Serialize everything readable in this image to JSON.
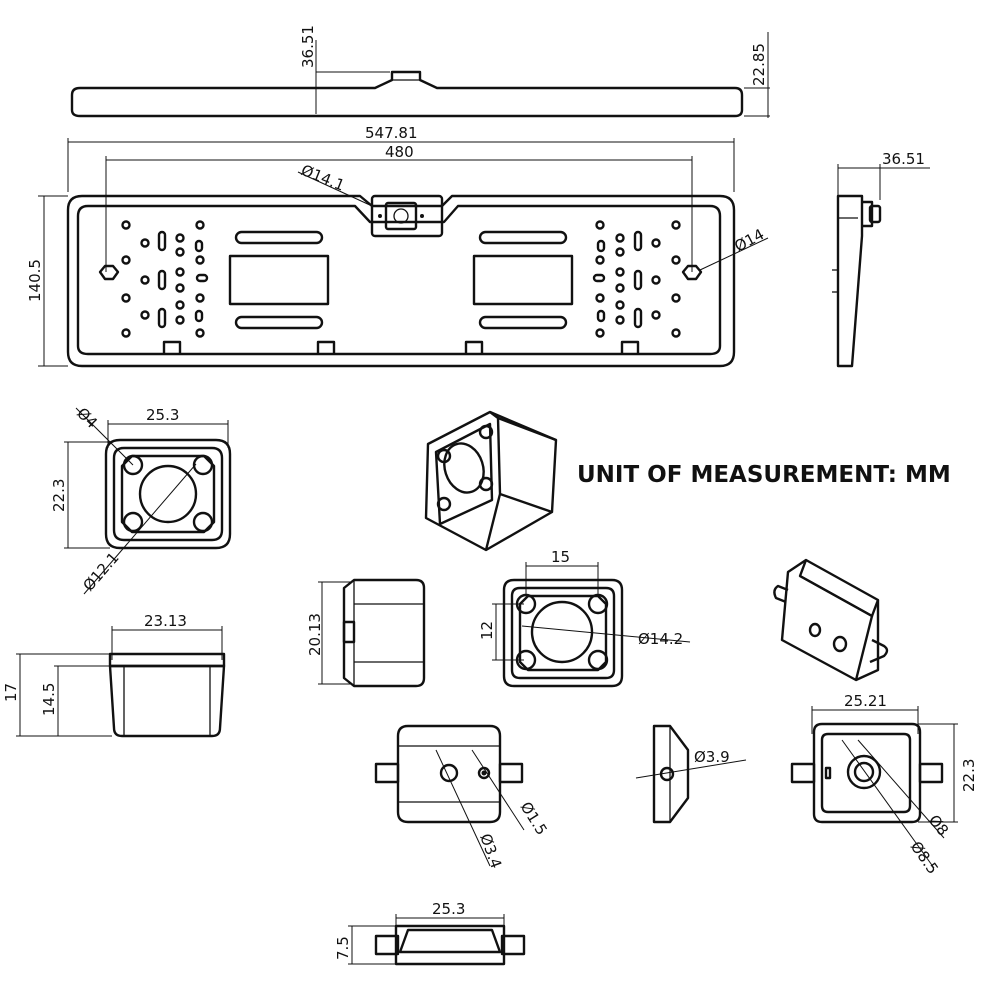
{
  "units_note": "UNIT OF MEASUREMENT: MM",
  "dims": {
    "top_height": "36.51",
    "top_thickness": "22.85",
    "overall_width": "547.81",
    "hole_spacing": "480",
    "height": "140.5",
    "camera_hole": "Ø14.1",
    "mount_hole": "Ø14",
    "side_depth": "36.51",
    "front_width": "25.3",
    "front_height": "22.3",
    "corner_hole": "Ø4",
    "lens_dia": "Ø12.1",
    "body_width": "23.13",
    "body_height": "17",
    "body_inner_height": "14.5",
    "side_length": "20.13",
    "back_hole_spacing_h": "15",
    "back_hole_spacing_v": "12",
    "back_bore": "Ø14.2",
    "small_hole_a": "Ø3.4",
    "small_hole_b": "Ø1.5",
    "side_hole": "Ø3.9",
    "rear_width": "25.21",
    "rear_height": "22.3",
    "rear_hole_a": "Ø8",
    "rear_hole_b": "Ø8.5",
    "bottom_width": "25.3",
    "bottom_height": "7.5"
  },
  "colors": {
    "line": "#111111",
    "background": "#ffffff"
  }
}
